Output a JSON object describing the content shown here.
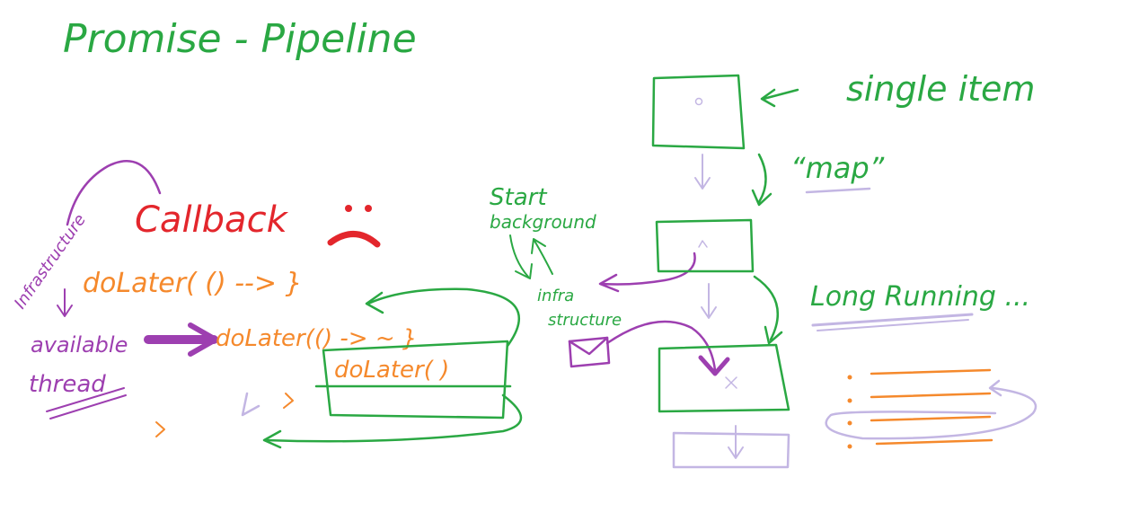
{
  "colors": {
    "green": "#2aa843",
    "red": "#e3262c",
    "orange": "#f5892c",
    "purple": "#9d3fb0",
    "lavender": "#c3b6e3",
    "white": "#ffffff"
  },
  "title": "Promise - Pipeline",
  "left": {
    "callback_label": "Callback",
    "code_line_1": "doLater( () --> }",
    "code_line_2": "doLater(() -> ~ }",
    "code_line_3": "doLater( )",
    "side_word_1": "Infrastructure",
    "side_word_2": "available",
    "side_word_3": "thread"
  },
  "middle": {
    "start_label_1": "Start",
    "start_label_2": "background",
    "infra_label_1": "infra",
    "infra_label_2": "structure"
  },
  "right": {
    "single_item_label": "single item",
    "map_label": "“map”",
    "long_running_label": "Long Running ..."
  }
}
